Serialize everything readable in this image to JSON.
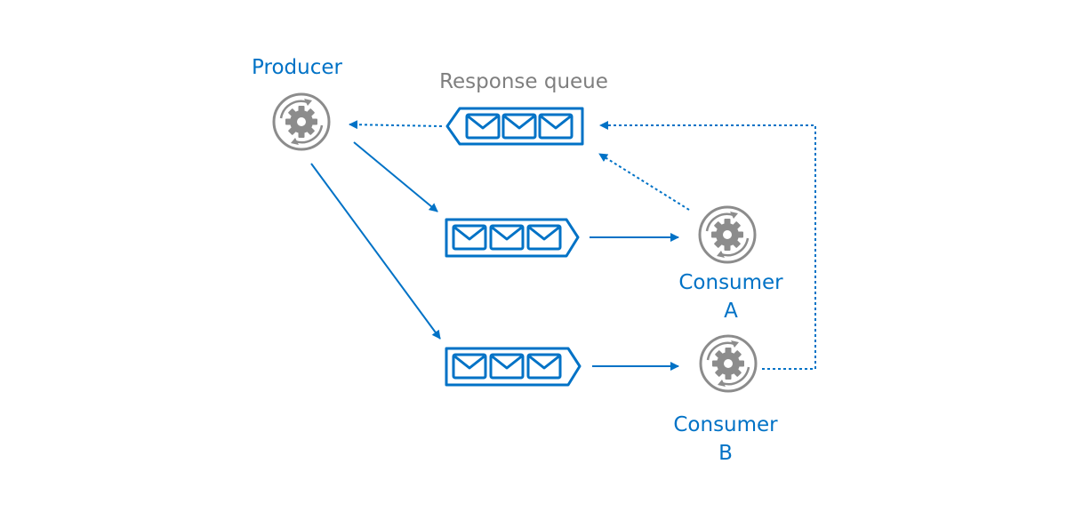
{
  "labels": {
    "producer": "Producer",
    "response_queue": "Response queue",
    "consumer_a_line1": "Consumer",
    "consumer_a_line2": "A",
    "consumer_b_line1": "Consumer",
    "consumer_b_line2": "B"
  },
  "colors": {
    "accent": "#0072c6",
    "node_gray": "#8c8c8c",
    "label_gray": "#7f7f7f",
    "background": "#ffffff"
  },
  "icons": {
    "processor": "gear-cycle-icon",
    "message": "envelope-icon"
  }
}
